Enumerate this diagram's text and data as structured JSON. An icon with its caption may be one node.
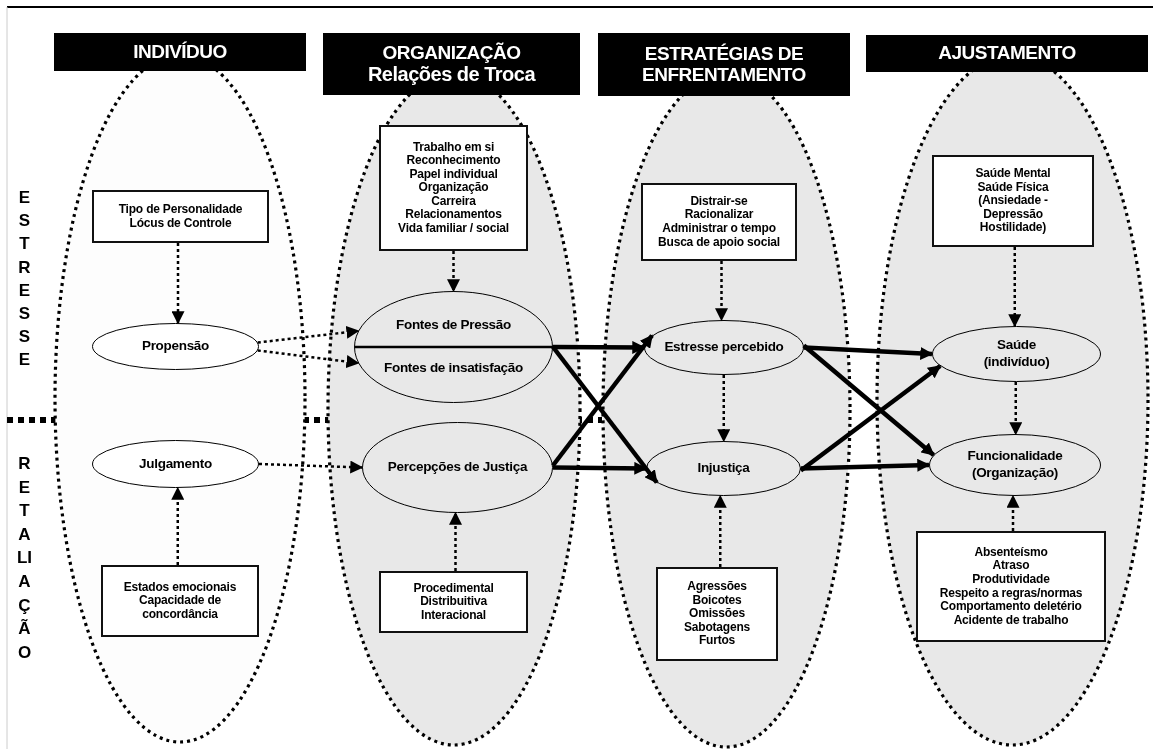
{
  "diagram": {
    "nodes": [
      {
        "text": [
          "INDIVÍDUO"
        ]
      },
      {
        "text": [
          "Tipo de Personalidade",
          "Lócus de Controle"
        ],
        "in": 0
      },
      {
        "text": [
          "Propensão"
        ],
        "in": 0
      },
      {
        "text": [
          "Julgamento"
        ],
        "in": 0
      },
      {
        "text": [
          "Estados emocionais",
          "Capacidade de concordância"
        ],
        "in": 0
      },
      {
        "text": [
          "ORGANIZAÇÃO",
          "Relações de Troca"
        ]
      },
      {
        "text": [
          "Trabalho em si",
          "Reconhecimento",
          "Papel individual",
          "Organização",
          "Carreira",
          "Relacionamentos",
          "Vida familiar / social"
        ],
        "in": 5
      },
      {
        "text": [
          "Fontes de Pressão",
          "Fontes de insatisfação"
        ],
        "in": 5
      },
      {
        "text": [
          "Percepções de Justiça"
        ],
        "in": 5
      },
      {
        "text": [
          "Procedimental",
          "Distribuitiva",
          "Interacional"
        ],
        "in": 5
      },
      {
        "text": [
          "ESTRATÉGIAS DE ENFRENTAMENTO"
        ]
      },
      {
        "text": [
          "Distrair-se",
          "Racionalizar",
          "Administrar o tempo",
          "Busca de apoio social"
        ],
        "in": 10
      },
      {
        "text": [
          "Estresse percebido"
        ],
        "in": 10
      },
      {
        "text": [
          "Injustiça"
        ],
        "in": 10
      },
      {
        "text": [
          "Agressões",
          "Boicotes",
          "Omissões",
          "Sabotagens",
          "Furtos"
        ],
        "in": 10
      },
      {
        "text": [
          "AJUSTAMENTO"
        ]
      },
      {
        "text": [
          "Saúde Mental",
          "Saúde Física",
          "(Ansiedade - Depressão Hostilidade)"
        ],
        "in": 15
      },
      {
        "text": [
          "Saúde (indivíduo)"
        ],
        "in": 15
      },
      {
        "text": [
          "Funcionalidade (Organização)"
        ],
        "in": 15
      },
      {
        "text": [
          "Absenteísmo",
          "Atraso",
          "Produtividade",
          "Respeito a regras/normas",
          "Comportamento deletério",
          "Acidente de trabalho"
        ],
        "in": 15
      }
    ],
    "edges": [
      {
        "from": 1,
        "to": 2,
        "arrow": "to",
        "style": "dashed"
      },
      {
        "from": 2,
        "to": 7,
        "arrow": "to",
        "style": "dashed"
      },
      {
        "from": 2,
        "to": 7,
        "arrow": "to",
        "style": "dashed"
      },
      {
        "from": 4,
        "to": 3,
        "arrow": "to",
        "style": "dashed"
      },
      {
        "from": 3,
        "to": 8,
        "arrow": "to",
        "style": "dashed"
      },
      {
        "from": 6,
        "to": 7,
        "arrow": "to",
        "style": "dashed"
      },
      {
        "from": 9,
        "to": 8,
        "arrow": "to",
        "style": "dashed"
      },
      {
        "from": 7,
        "to": 12,
        "arrow": "to",
        "style": "thick"
      },
      {
        "from": 7,
        "to": 13,
        "arrow": "to",
        "style": "thick"
      },
      {
        "from": 8,
        "to": 12,
        "arrow": "to",
        "style": "thick"
      },
      {
        "from": 8,
        "to": 13,
        "arrow": "to",
        "style": "thick"
      },
      {
        "from": 11,
        "to": 12,
        "arrow": "to",
        "style": "dashed"
      },
      {
        "from": 12,
        "to": 13,
        "arrow": "to",
        "style": "dashed"
      },
      {
        "from": 14,
        "to": 13,
        "arrow": "to",
        "style": "dashed"
      },
      {
        "from": 12,
        "to": 17,
        "arrow": "to",
        "style": "thick"
      },
      {
        "from": 12,
        "to": 18,
        "arrow": "to",
        "style": "thick"
      },
      {
        "from": 13,
        "to": 17,
        "arrow": "to",
        "style": "thick"
      },
      {
        "from": 13,
        "to": 18,
        "arrow": "to",
        "style": "thick"
      },
      {
        "from": 16,
        "to": 17,
        "arrow": "to",
        "style": "dashed"
      },
      {
        "from": 17,
        "to": 18,
        "arrow": "to",
        "style": "dashed"
      },
      {
        "from": 19,
        "to": 18,
        "arrow": "to",
        "style": "dashed"
      }
    ],
    "labels": [
      "ESTRESSE",
      "RETALIAÇÃO"
    ]
  }
}
